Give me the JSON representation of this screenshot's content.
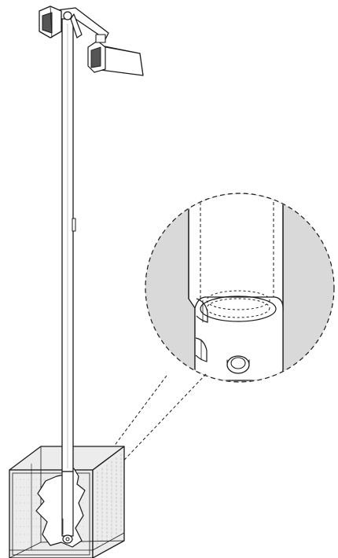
{
  "figure": {
    "kind": "technical-line-drawing",
    "components": [
      "sensor-head",
      "mounting-bracket",
      "floodlight",
      "pole",
      "base-box",
      "detail-magnifier"
    ],
    "detail_callout": "pole-base-socket-with-set-screw"
  },
  "colors": {
    "line": "#1a1a1a",
    "magnifier_fill": "#d9d9d9",
    "pole_fill": "#ffffff",
    "box_fill": "#ececec",
    "box_grid": "#bdbdbd",
    "cutout_fill": "#ffffff"
  }
}
